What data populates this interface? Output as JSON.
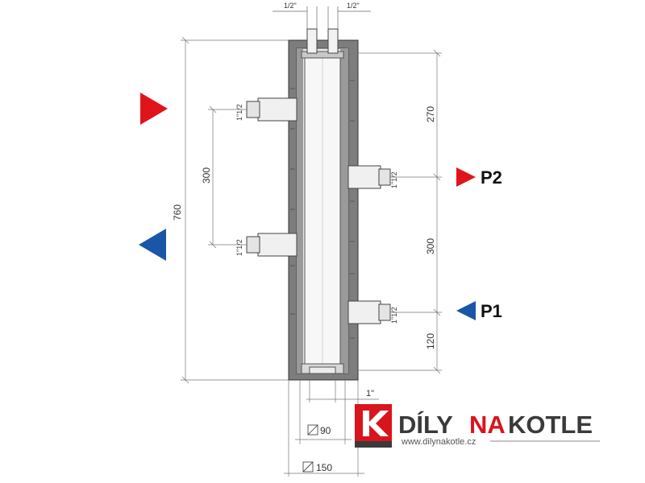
{
  "dimensions": {
    "top_left_fraction": "1/2\"",
    "top_right_fraction": "1/2\"",
    "total_height": "760",
    "left_spacing": "300",
    "right_top_spacing": "270",
    "right_middle_spacing": "300",
    "right_bottom_spacing": "120",
    "bottom_connection": "1\"",
    "inner_width": "90",
    "outer_width": "150"
  },
  "left_ports": {
    "upper_size": "1\"1/2",
    "lower_size": "1\"1/2"
  },
  "right_ports": {
    "p2_size": "1\"1/2",
    "p1_size": "1\"1/2",
    "p2_label": "P2",
    "p1_label": "P1"
  },
  "arrows": {
    "hot_color": "#e0151c",
    "cold_color": "#1a56a8"
  },
  "logo": {
    "name_part1": "DÍLY",
    "name_part2": "NA",
    "name_part3": "KOTLE",
    "website": "www.dilynakotle.cz",
    "brand_dark": "#3a3a3a",
    "brand_red": "#d9141c"
  }
}
